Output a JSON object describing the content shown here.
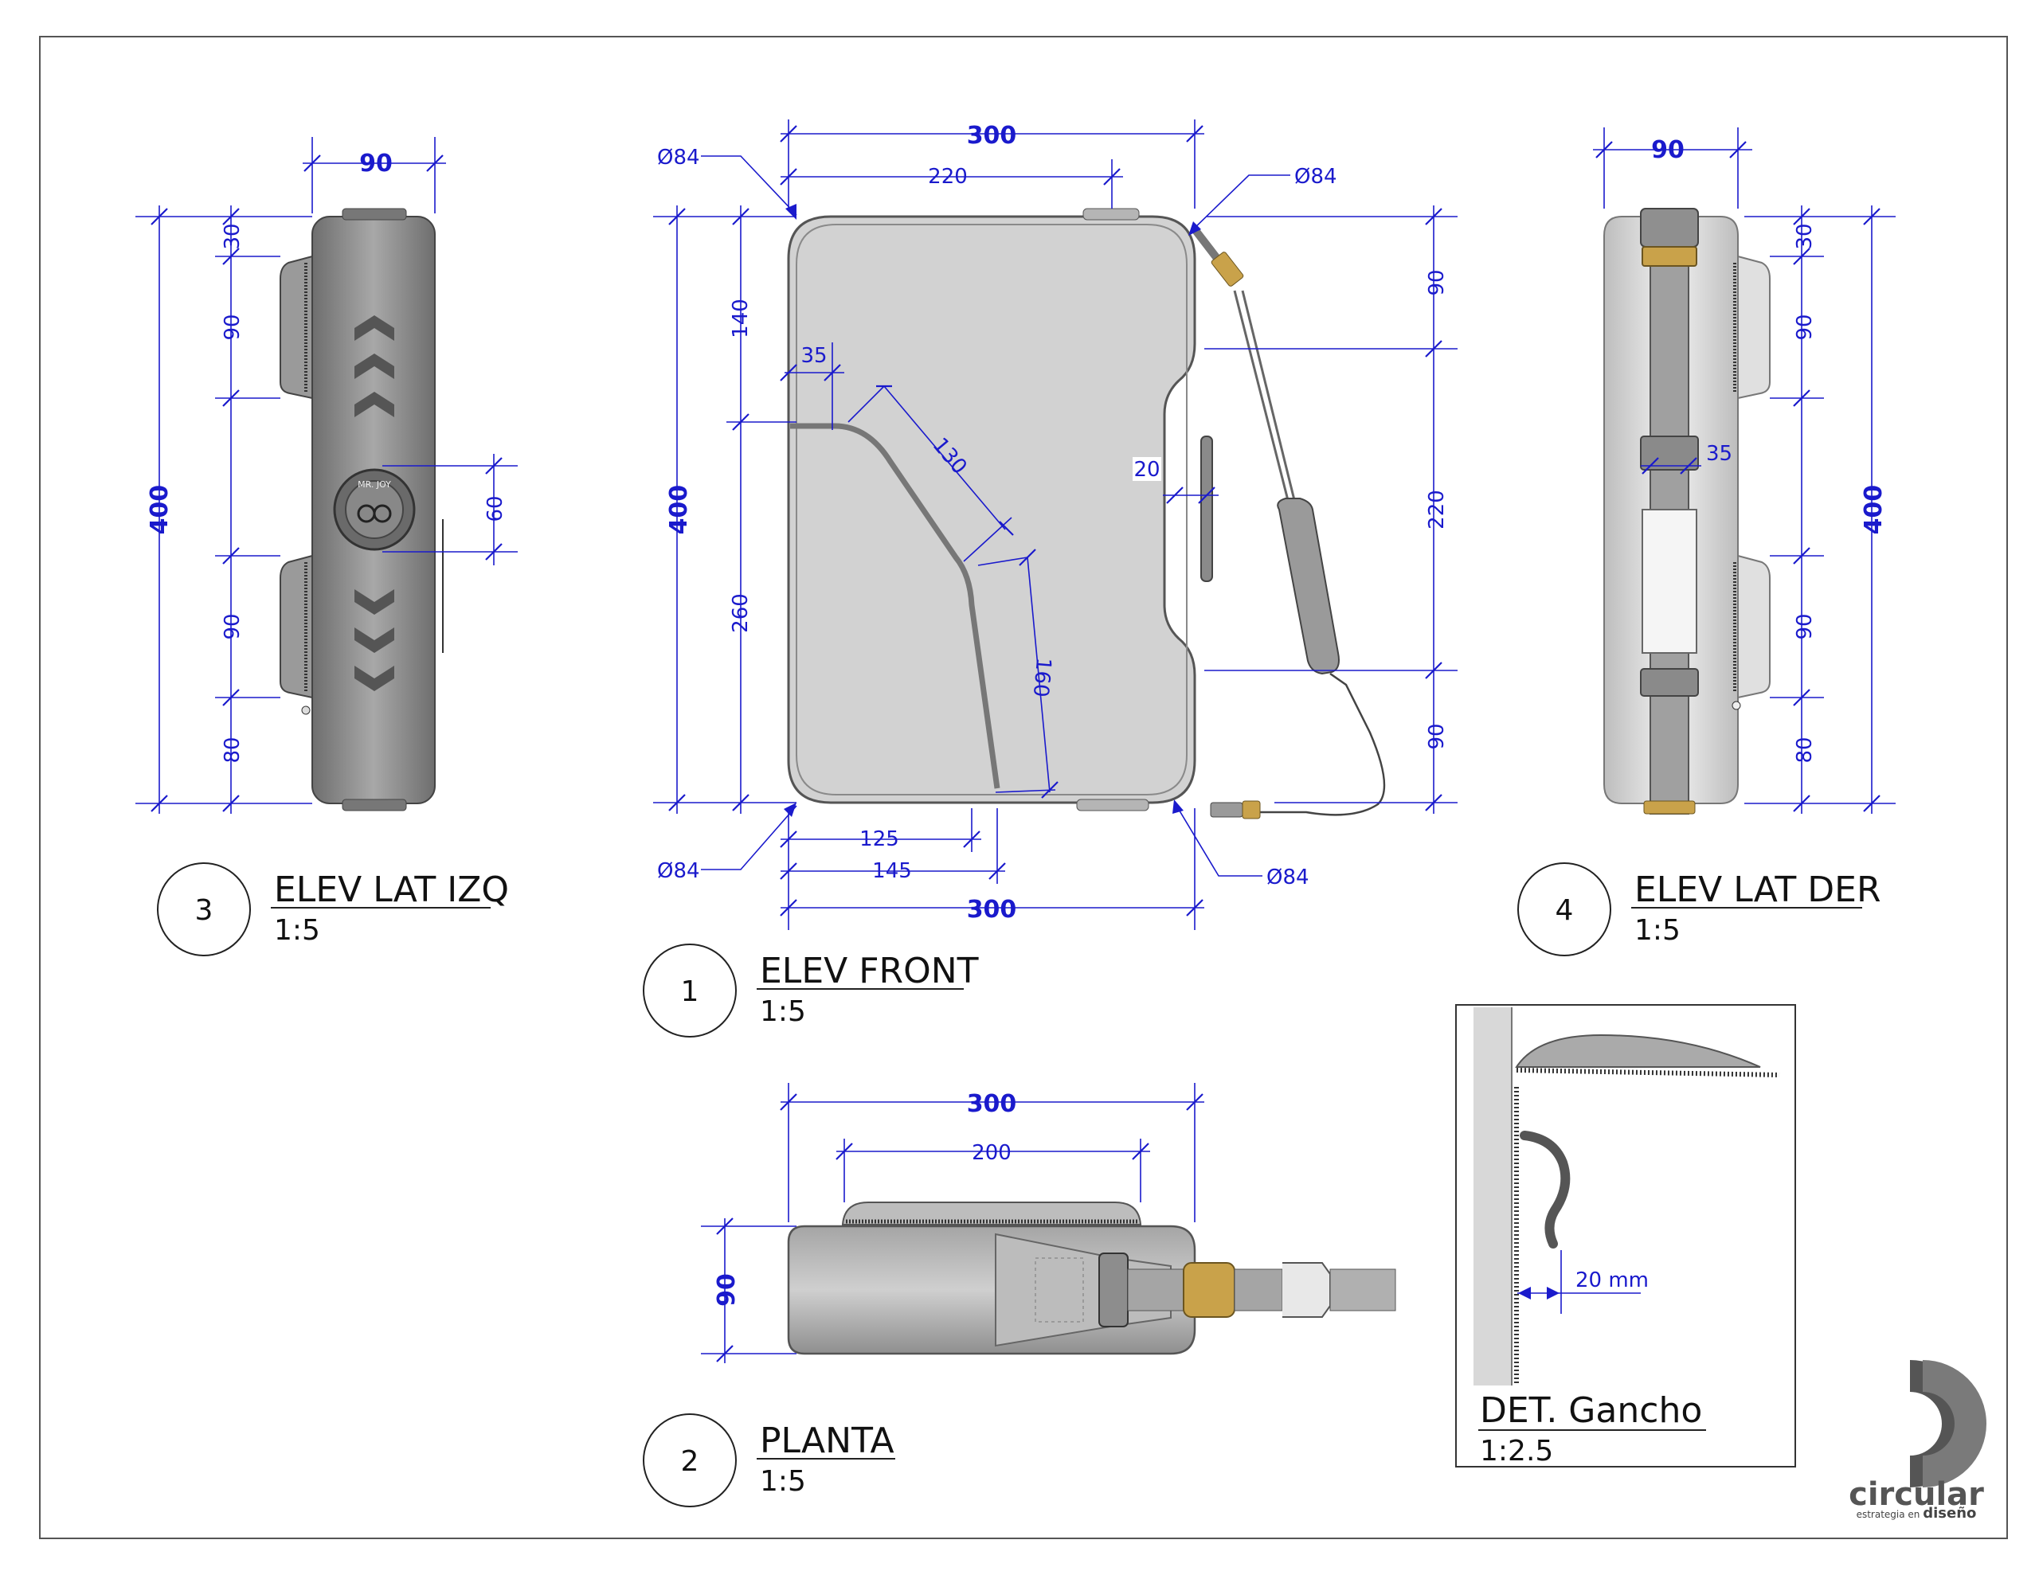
{
  "views": {
    "lat_izq": {
      "number": "3",
      "title": "ELEV LAT IZQ",
      "scale": "1:5",
      "dims": {
        "width": "90",
        "height": "400",
        "d1": "30",
        "d2": "90",
        "d3": "60",
        "d4": "90",
        "d5": "80"
      },
      "badge": "MR. JOY"
    },
    "front": {
      "number": "1",
      "title": "ELEV FRONT",
      "scale": "1:5",
      "dims": {
        "top_width": "300",
        "top_inner": "220",
        "height": "400",
        "h140": "140",
        "h260": "260",
        "w35": "35",
        "d130": "130",
        "w20": "20",
        "d160": "160",
        "b125": "125",
        "b145": "145",
        "bottom_width": "300",
        "r90a": "90",
        "r220": "220",
        "r90b": "90",
        "dia_tl": "Ø84",
        "dia_tr": "Ø84",
        "dia_bl": "Ø84",
        "dia_br": "Ø84"
      }
    },
    "lat_der": {
      "number": "4",
      "title": "ELEV LAT DER",
      "scale": "1:5",
      "dims": {
        "width": "90",
        "height": "400",
        "d1": "30",
        "d2": "90",
        "d3": "35",
        "d4": "90",
        "d5": "80"
      }
    },
    "planta": {
      "number": "2",
      "title": "PLANTA",
      "scale": "1:5",
      "dims": {
        "width": "300",
        "inner": "200",
        "depth": "90"
      }
    },
    "detail": {
      "title": "DET. Gancho",
      "scale": "1:2.5",
      "dim": "20 mm"
    }
  },
  "logo": {
    "name": "circular",
    "tagline_a": "estrategia en",
    "tagline_b": "diseño"
  },
  "colors": {
    "dimension": "#1a1acc",
    "body": "#8a8a8a",
    "fabric": "#d6d6d6",
    "buckle": "#c9a24a"
  }
}
